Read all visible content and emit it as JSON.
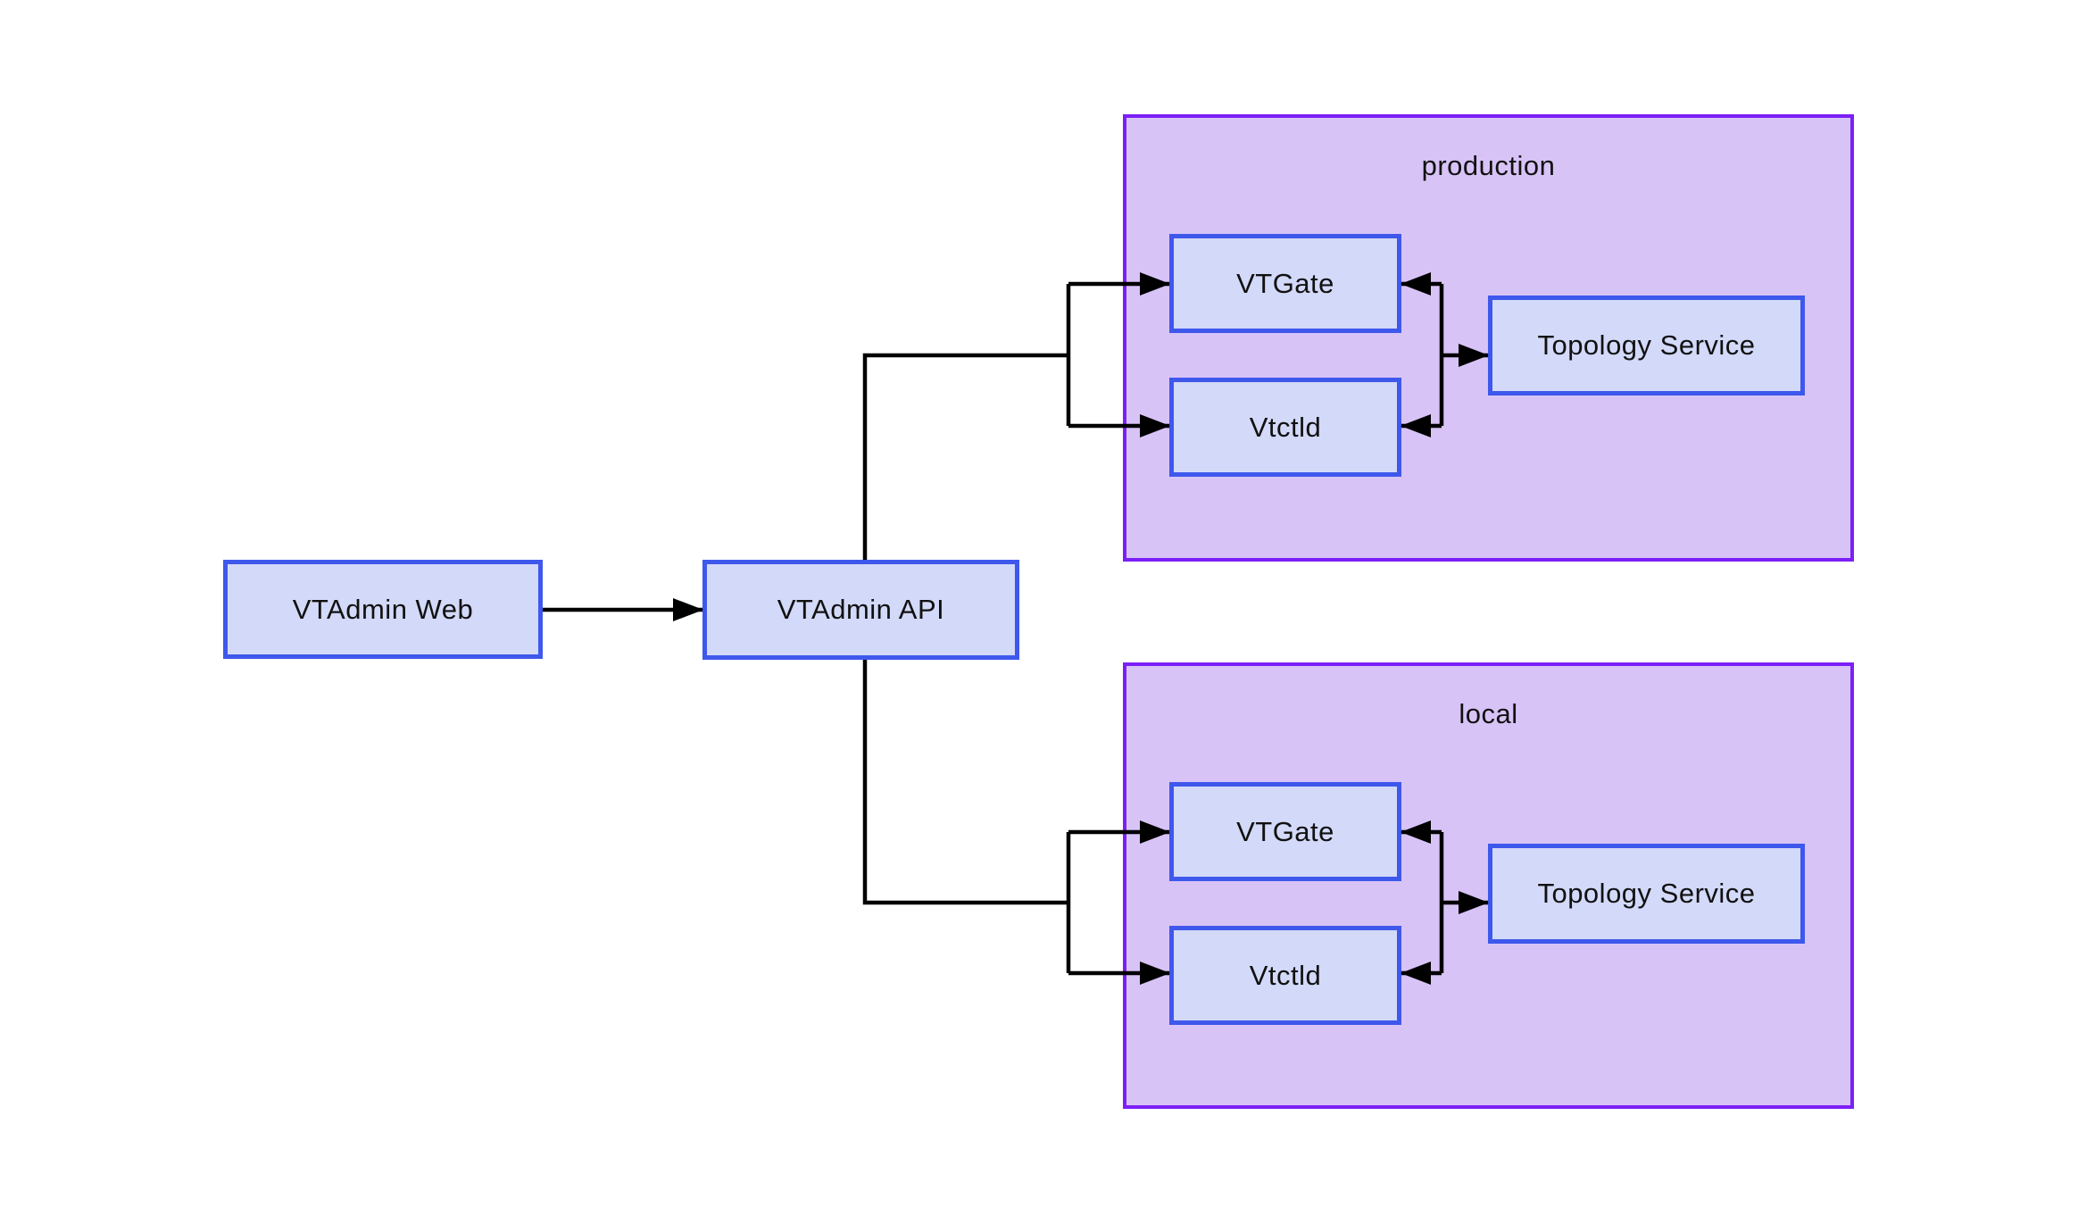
{
  "diagram_type": "architecture-flowchart",
  "nodes": {
    "vtadmin_web": {
      "label": "VTAdmin Web"
    },
    "vtadmin_api": {
      "label": "VTAdmin API"
    }
  },
  "clusters": [
    {
      "id": "production",
      "label": "production",
      "nodes": {
        "vtgate": {
          "label": "VTGate"
        },
        "vtctld": {
          "label": "Vtctld"
        },
        "topology_service": {
          "label": "Topology Service"
        }
      }
    },
    {
      "id": "local",
      "label": "local",
      "nodes": {
        "vtgate": {
          "label": "VTGate"
        },
        "vtctld": {
          "label": "Vtctld"
        },
        "topology_service": {
          "label": "Topology Service"
        }
      }
    }
  ],
  "edges": [
    {
      "from": "vtadmin_web",
      "to": "vtadmin_api",
      "arrow": "forward"
    },
    {
      "from": "vtadmin_api",
      "to": "production.vtgate",
      "arrow": "forward"
    },
    {
      "from": "vtadmin_api",
      "to": "production.vtctld",
      "arrow": "forward"
    },
    {
      "from": "vtadmin_api",
      "to": "local.vtgate",
      "arrow": "forward"
    },
    {
      "from": "vtadmin_api",
      "to": "local.vtctld",
      "arrow": "forward"
    },
    {
      "from": "production.vtgate",
      "to": "production.topology_service",
      "arrow": "both"
    },
    {
      "from": "production.vtctld",
      "to": "production.topology_service",
      "arrow": "both"
    },
    {
      "from": "local.vtgate",
      "to": "local.topology_service",
      "arrow": "both"
    },
    {
      "from": "local.vtctld",
      "to": "local.topology_service",
      "arrow": "both"
    }
  ],
  "colors": {
    "background": "#ffffff",
    "cluster_fill": "#d8c3f7",
    "cluster_border": "#7c1ff7",
    "node_fill": "#d3d9f8",
    "node_border": "#3e58ec",
    "edge": "#000000",
    "text": "#111111"
  }
}
